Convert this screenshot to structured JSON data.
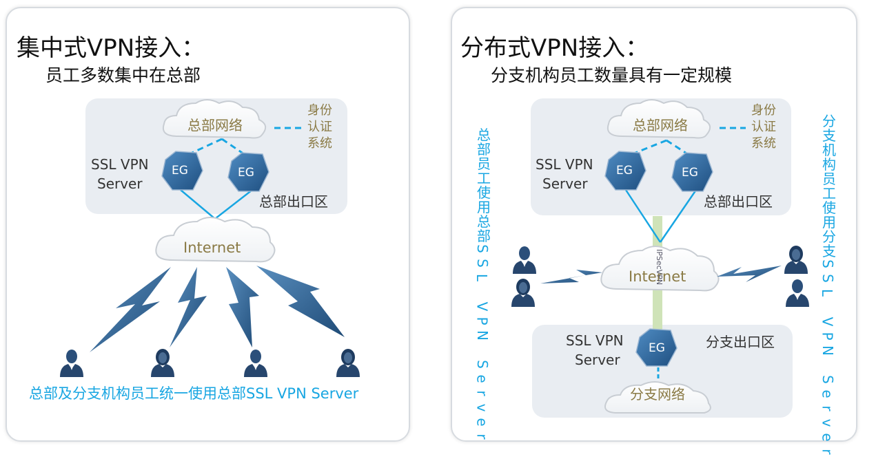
{
  "left": {
    "title": "集中式VPN接入：",
    "subtitle": "员工多数集中在总部",
    "hq_network": "总部网络",
    "auth_system": [
      "身份",
      "认证",
      "系统"
    ],
    "server_label": [
      "SSL VPN",
      "Server"
    ],
    "hq_exit_zone": "总部出口区",
    "internet": "Internet",
    "eg": "EG",
    "footer": "总部及分支机构员工统一使用总部SSL VPN Server"
  },
  "right": {
    "title": "分布式VPN接入：",
    "subtitle": "分支机构员工数量具有一定规模",
    "hq_network": "总部网络",
    "auth_system": [
      "身份",
      "认证",
      "系统"
    ],
    "hq_server_label": [
      "SSL VPN",
      "Server"
    ],
    "hq_exit_zone": "总部出口区",
    "internet": "Internet",
    "ipsec_vpn": "IPSecVPN",
    "branch_server_label": [
      "SSL VPN",
      "Server"
    ],
    "branch_exit_zone": "分支出口区",
    "branch_network": "分支网络",
    "eg": "EG",
    "hq_staff_note": "总部员工使用总部SSL VPN Server",
    "branch_staff_note": "分支机构员工使用分支SSL VPN Server"
  },
  "colors": {
    "accent_blue": "#18a6e2",
    "olive_text": "#8a7a45",
    "zone_gray": "#e9edf2",
    "eg_blue": "#2d6aa0",
    "ipsec_green": "#cfe3b8"
  },
  "icons": [
    "cloud-icon",
    "eg-gateway-icon",
    "lightning-link-icon",
    "male-user-icon",
    "female-user-icon"
  ]
}
